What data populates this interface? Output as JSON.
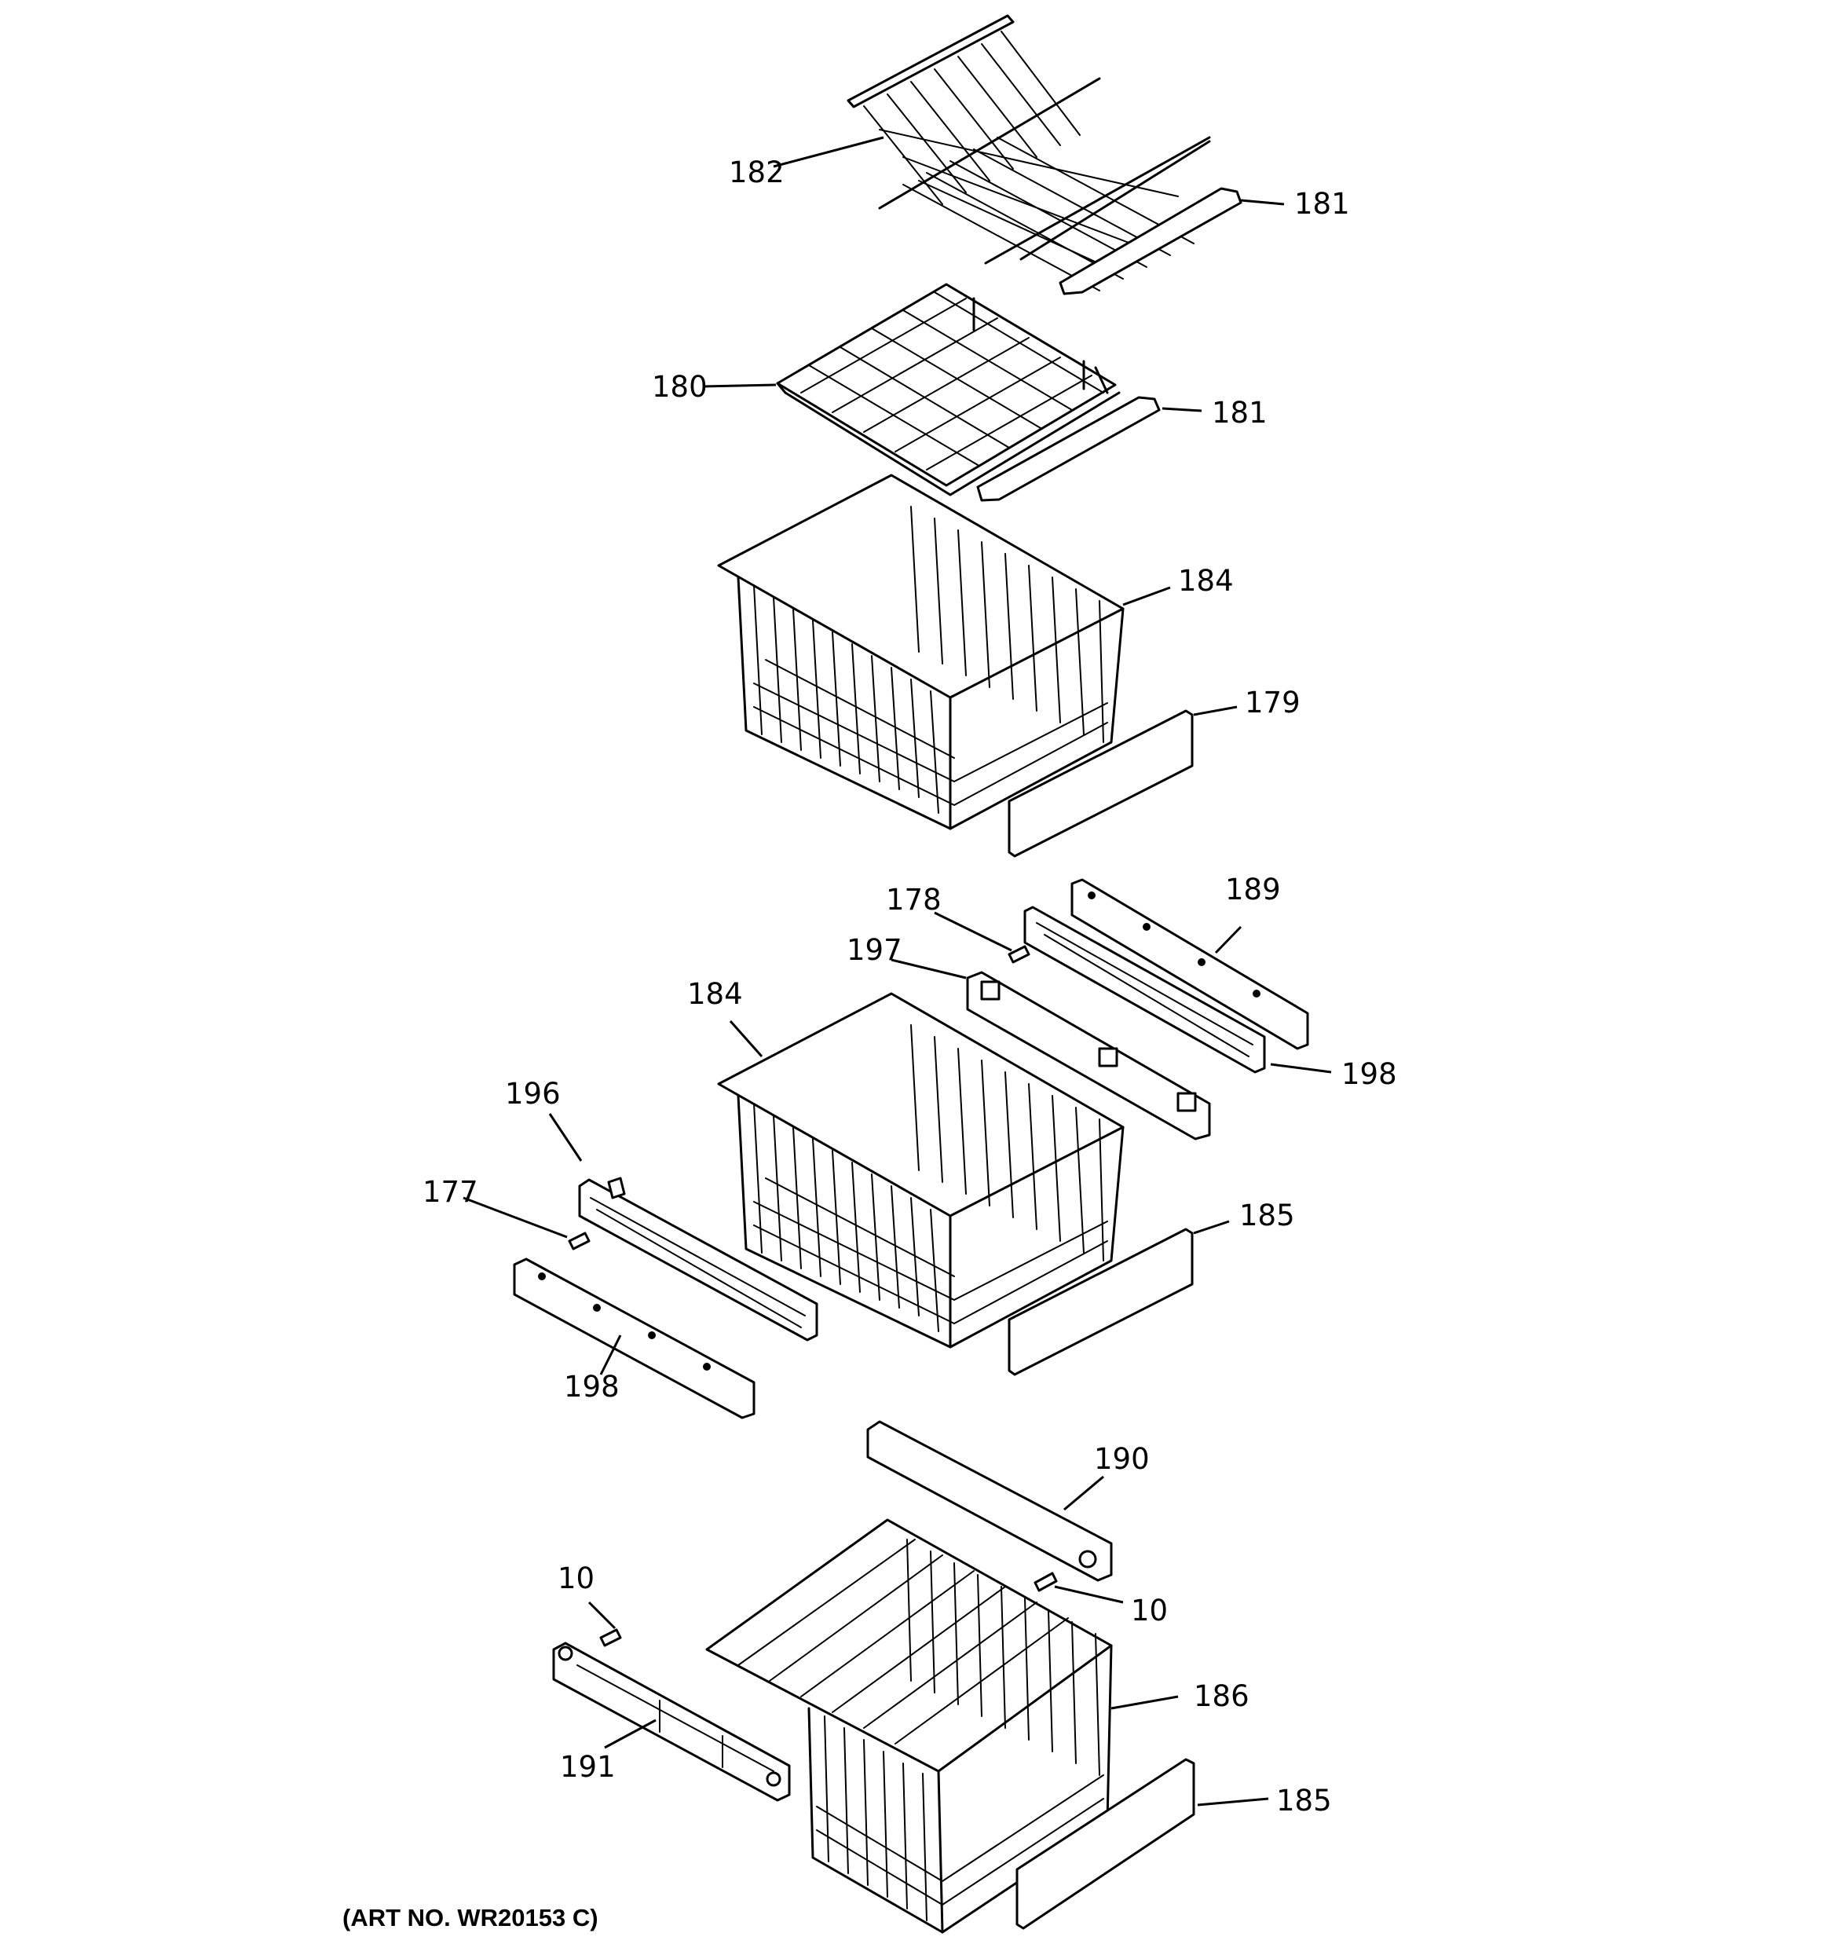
{
  "diagram": {
    "art_number": "(ART NO. WR20153 C)",
    "parts": [
      {
        "id": "182",
        "name": "shelf-pullout"
      },
      {
        "id": "181",
        "name": "shelf-trim-upper"
      },
      {
        "id": "180",
        "name": "shelf-wire"
      },
      {
        "id": "181",
        "name": "shelf-trim-lower"
      },
      {
        "id": "184",
        "name": "basket-upper"
      },
      {
        "id": "179",
        "name": "basket-front-upper"
      },
      {
        "id": "178",
        "name": "screw-right"
      },
      {
        "id": "189",
        "name": "slide-mount-right"
      },
      {
        "id": "197",
        "name": "basket-bracket-right"
      },
      {
        "id": "198",
        "name": "slide-rail-right"
      },
      {
        "id": "184",
        "name": "basket-middle"
      },
      {
        "id": "196",
        "name": "slide-rail-left"
      },
      {
        "id": "177",
        "name": "screw-left"
      },
      {
        "id": "185",
        "name": "basket-front-middle"
      },
      {
        "id": "198",
        "name": "slide-mount-left"
      },
      {
        "id": "190",
        "name": "rail-bottom-right"
      },
      {
        "id": "10",
        "name": "screw-bottom-left"
      },
      {
        "id": "10",
        "name": "screw-bottom-right"
      },
      {
        "id": "186",
        "name": "basket-bottom"
      },
      {
        "id": "191",
        "name": "rail-bottom-left"
      },
      {
        "id": "185",
        "name": "basket-front-bottom"
      }
    ]
  }
}
